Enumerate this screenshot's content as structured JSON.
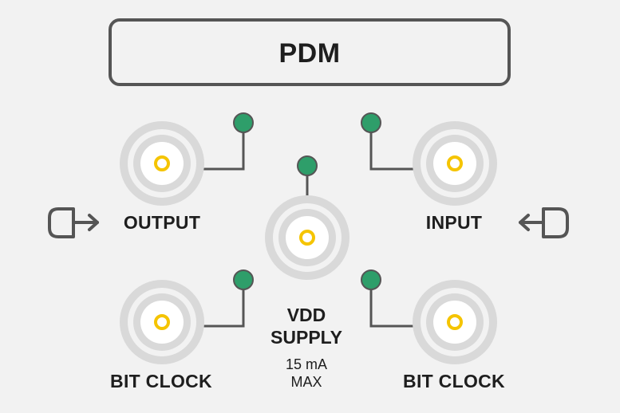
{
  "title": "PDM",
  "labels": {
    "output": "OUTPUT",
    "input": "INPUT",
    "vdd_line1": "VDD",
    "vdd_line2": "SUPPLY",
    "vdd_rating_line1": "15 mA",
    "vdd_rating_line2": "MAX",
    "bit_clock_left": "BIT CLOCK",
    "bit_clock_right": "BIT CLOCK"
  },
  "colors": {
    "background": "#f2f2f2",
    "frame": "#555555",
    "ring": "#d9d9d9",
    "pin": "#f5c400",
    "led": "#2e9e6a",
    "wire": "#555555",
    "text": "#1e1e1e"
  },
  "icons": {
    "output": "arrow-out-of-port-icon",
    "input": "arrow-into-port-icon"
  }
}
